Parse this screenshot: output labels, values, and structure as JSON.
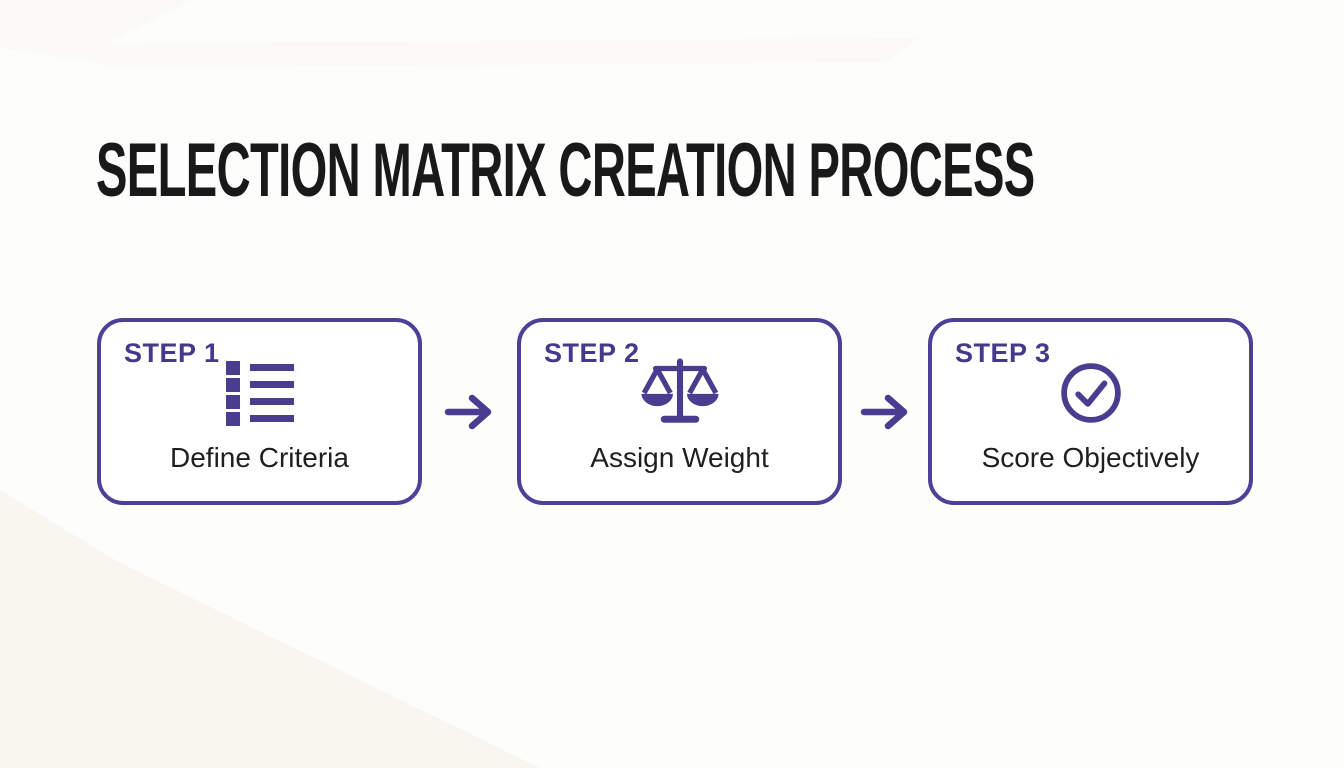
{
  "title": "SELECTION MATRIX CREATION PROCESS",
  "colors": {
    "accent_purple": "#4f4096",
    "step_label_purple": "#443a8c",
    "title_text": "#191919",
    "body_text": "#1f1f1f",
    "card_background": "#ffffff",
    "page_background": "#fdfdfc"
  },
  "steps": [
    {
      "step_label": "STEP 1",
      "name": "Define Criteria",
      "icon": "list-icon"
    },
    {
      "step_label": "STEP 2",
      "name": "Assign Weight",
      "icon": "scales-icon"
    },
    {
      "step_label": "STEP 3",
      "name": "Score Objectively",
      "icon": "check-circle-icon"
    }
  ],
  "connectors": [
    {
      "icon": "right-arrow-icon"
    },
    {
      "icon": "right-arrow-icon"
    }
  ]
}
